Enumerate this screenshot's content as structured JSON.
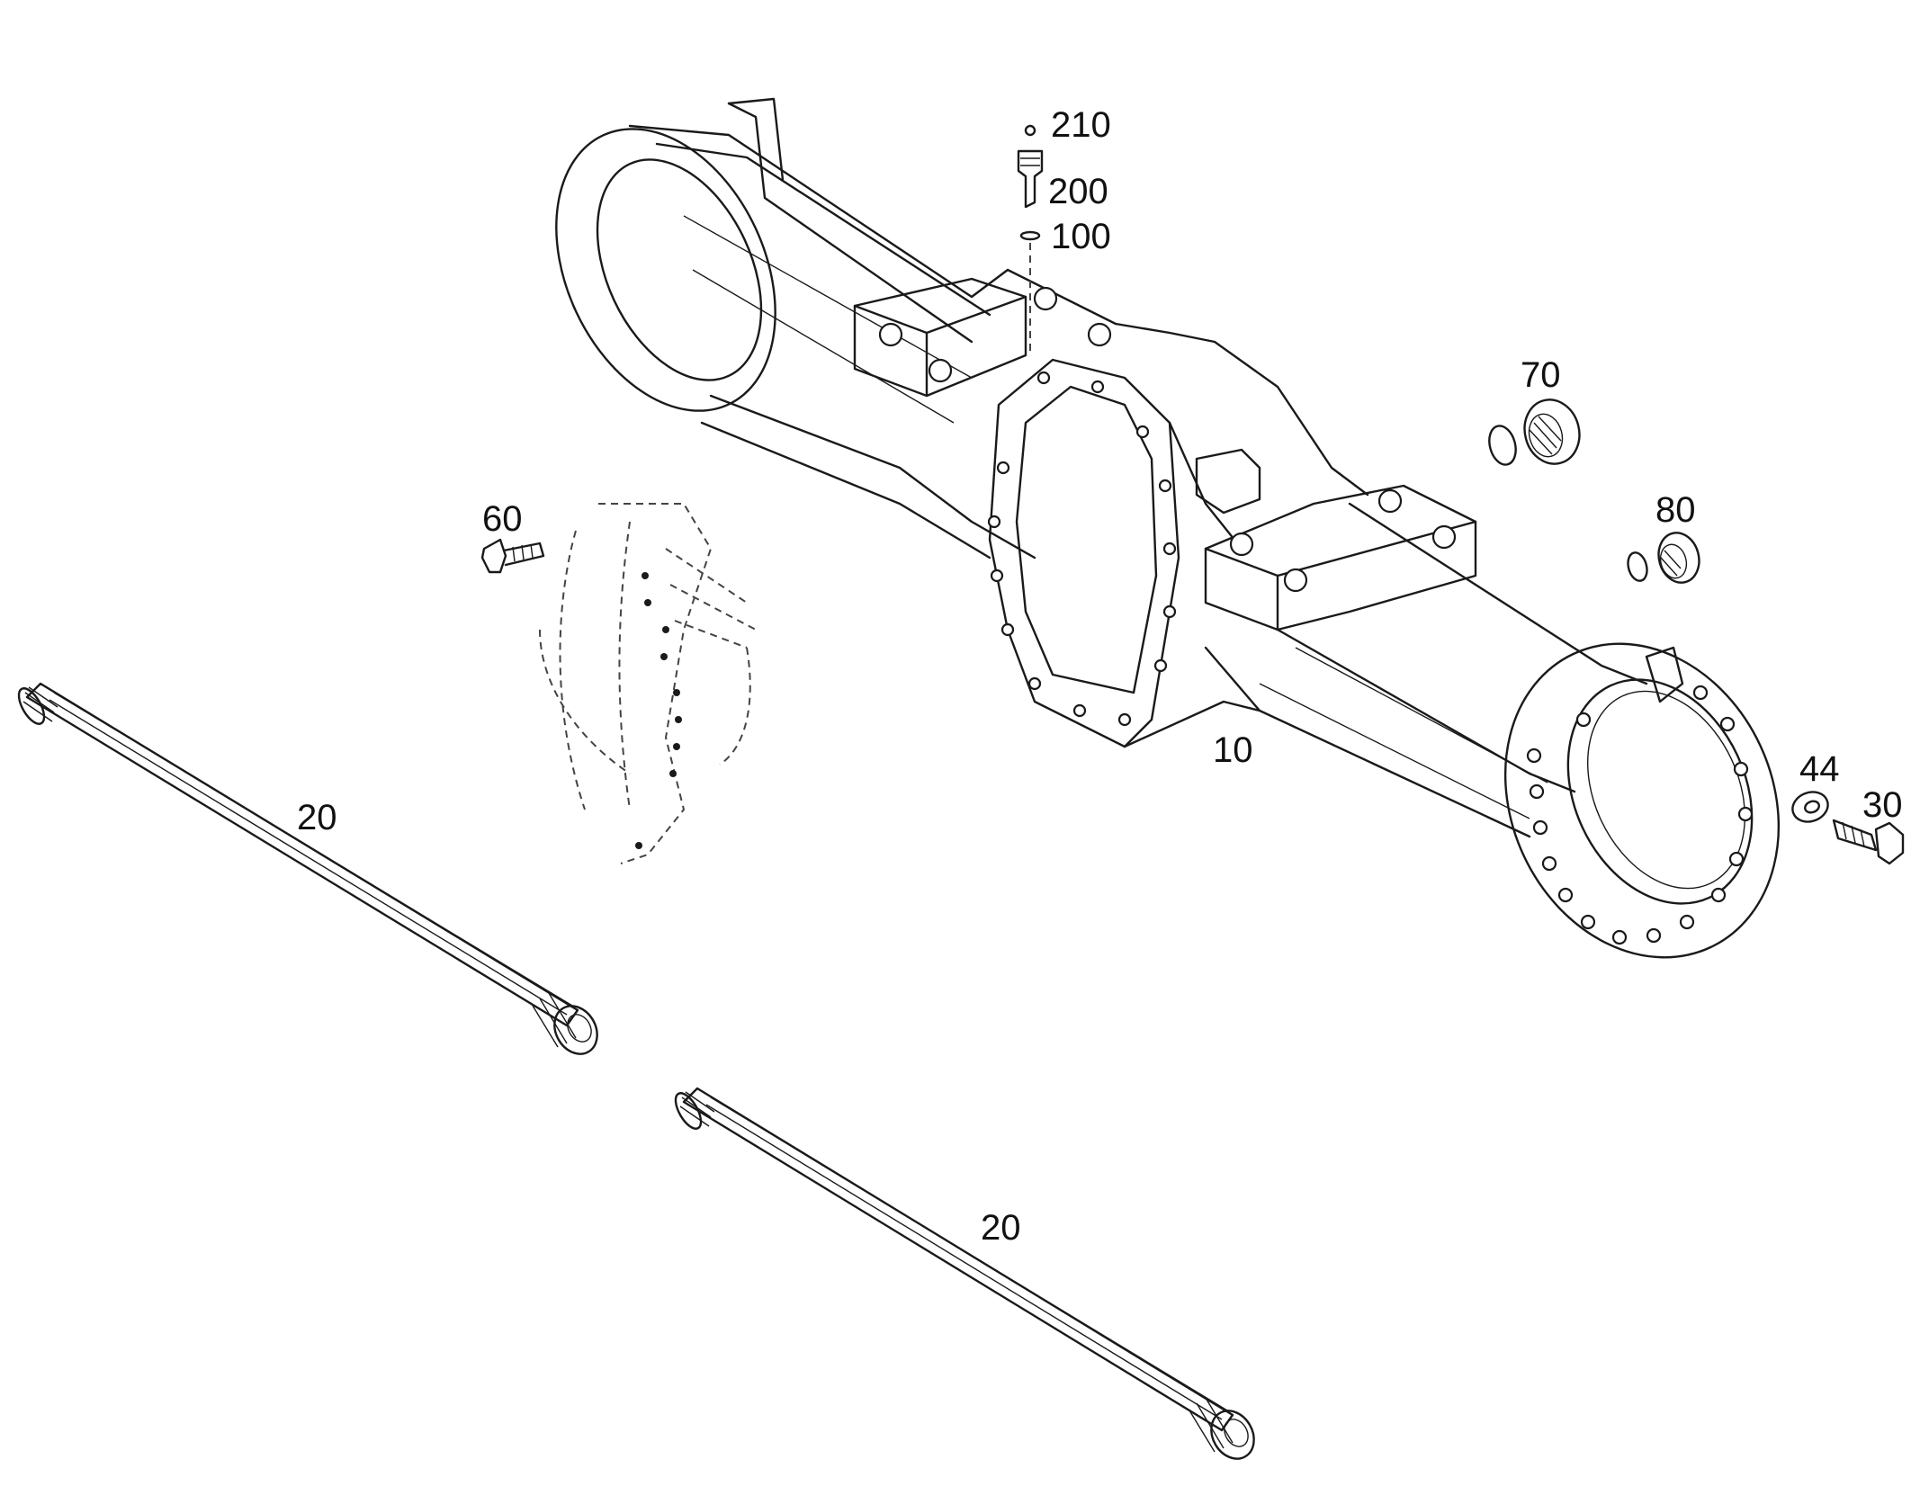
{
  "diagram": {
    "callouts": [
      {
        "id": "210",
        "text": "210"
      },
      {
        "id": "200",
        "text": "200"
      },
      {
        "id": "100",
        "text": "100"
      },
      {
        "id": "70",
        "text": "70"
      },
      {
        "id": "80",
        "text": "80"
      },
      {
        "id": "60",
        "text": "60"
      },
      {
        "id": "10",
        "text": "10"
      },
      {
        "id": "44",
        "text": "44"
      },
      {
        "id": "30",
        "text": "30"
      },
      {
        "id": "20a",
        "text": "20"
      },
      {
        "id": "20b",
        "text": "20"
      }
    ]
  }
}
